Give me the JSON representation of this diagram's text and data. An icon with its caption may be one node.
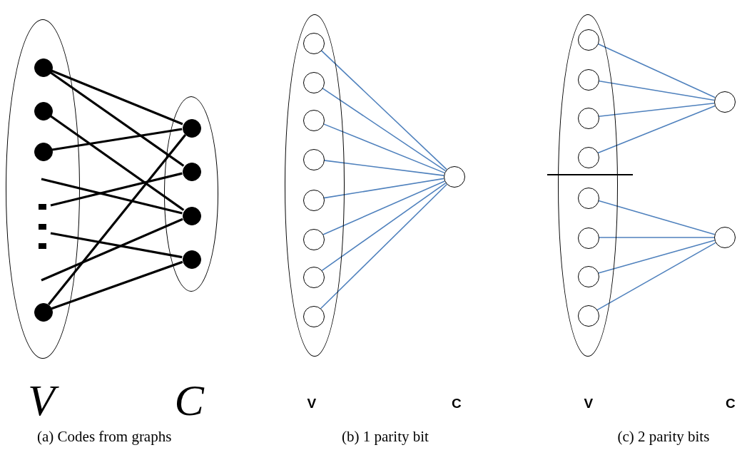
{
  "diagram": {
    "nodes": [
      {
        "text": [],
        "shape": "ellipse"
      },
      {
        "text": [],
        "shape": "ellipse"
      },
      {
        "text": [],
        "shape": "circle",
        "in": 0
      },
      {
        "text": [],
        "shape": "circle",
        "in": 0
      },
      {
        "text": [],
        "shape": "circle",
        "in": 0
      },
      {
        "text": [],
        "shape": "circle",
        "in": 0
      },
      {
        "text": [],
        "shape": "circle",
        "in": 1
      },
      {
        "text": [],
        "shape": "circle",
        "in": 1
      },
      {
        "text": [],
        "shape": "circle",
        "in": 1
      },
      {
        "text": [],
        "shape": "circle",
        "in": 1
      },
      {
        "text": [],
        "shape": "ellipse"
      },
      {
        "text": [],
        "shape": "circle",
        "in": 10
      },
      {
        "text": [],
        "shape": "circle",
        "in": 10
      },
      {
        "text": [],
        "shape": "circle",
        "in": 10
      },
      {
        "text": [],
        "shape": "circle",
        "in": 10
      },
      {
        "text": [],
        "shape": "circle",
        "in": 10
      },
      {
        "text": [],
        "shape": "circle",
        "in": 10
      },
      {
        "text": [],
        "shape": "circle",
        "in": 10
      },
      {
        "text": [],
        "shape": "circle",
        "in": 10
      },
      {
        "text": [],
        "shape": "circle"
      },
      {
        "text": [],
        "shape": "ellipse"
      },
      {
        "text": [],
        "shape": "circle",
        "in": 20
      },
      {
        "text": [],
        "shape": "circle",
        "in": 20
      },
      {
        "text": [],
        "shape": "circle",
        "in": 20
      },
      {
        "text": [],
        "shape": "circle",
        "in": 20
      },
      {
        "text": [],
        "shape": "circle",
        "in": 20
      },
      {
        "text": [],
        "shape": "circle",
        "in": 20
      },
      {
        "text": [],
        "shape": "circle",
        "in": 20
      },
      {
        "text": [],
        "shape": "circle",
        "in": 20
      },
      {
        "text": [],
        "shape": "circle"
      },
      {
        "text": [],
        "shape": "circle"
      }
    ],
    "edges": [
      {
        "from": 2,
        "to": 6,
        "arrow": "none",
        "style": "thick",
        "color": "#000000"
      },
      {
        "from": 2,
        "to": 7,
        "arrow": "none",
        "style": "thick",
        "color": "#000000"
      },
      {
        "from": 3,
        "to": 8,
        "arrow": "none",
        "style": "thick",
        "color": "#000000"
      },
      {
        "from": 4,
        "to": 6,
        "arrow": "none",
        "style": "thick",
        "color": "#000000"
      },
      {
        "from": null,
        "to": 8,
        "arrow": "none",
        "style": "thick",
        "color": "#000000"
      },
      {
        "from": null,
        "to": 7,
        "arrow": "none",
        "style": "thick",
        "color": "#000000"
      },
      {
        "from": null,
        "to": 9,
        "arrow": "none",
        "style": "thick",
        "color": "#000000"
      },
      {
        "from": null,
        "to": 8,
        "arrow": "none",
        "style": "thick",
        "color": "#000000"
      },
      {
        "from": 5,
        "to": 6,
        "arrow": "none",
        "style": "thick",
        "color": "#000000"
      },
      {
        "from": 5,
        "to": 9,
        "arrow": "none",
        "style": "thick",
        "color": "#000000"
      },
      {
        "from": 11,
        "to": 19,
        "arrow": "none"
      },
      {
        "from": 12,
        "to": 19,
        "arrow": "none"
      },
      {
        "from": 13,
        "to": 19,
        "arrow": "none"
      },
      {
        "from": 14,
        "to": 19,
        "arrow": "none"
      },
      {
        "from": 15,
        "to": 19,
        "arrow": "none"
      },
      {
        "from": 16,
        "to": 19,
        "arrow": "none"
      },
      {
        "from": 17,
        "to": 19,
        "arrow": "none"
      },
      {
        "from": 18,
        "to": 19,
        "arrow": "none"
      },
      {
        "from": 21,
        "to": 29,
        "arrow": "none"
      },
      {
        "from": 22,
        "to": 29,
        "arrow": "none"
      },
      {
        "from": 23,
        "to": 29,
        "arrow": "none"
      },
      {
        "from": 24,
        "to": 29,
        "arrow": "none"
      },
      {
        "from": 25,
        "to": 30,
        "arrow": "none"
      },
      {
        "from": 26,
        "to": 30,
        "arrow": "none"
      },
      {
        "from": 27,
        "to": 30,
        "arrow": "none"
      },
      {
        "from": 28,
        "to": 30,
        "arrow": "none"
      }
    ],
    "labels": [
      "V",
      "C",
      "V",
      "C",
      "V",
      "C",
      "(a) Codes from graphs",
      "(b) 1 parity bit",
      "(c) 2 parity bits"
    ]
  }
}
